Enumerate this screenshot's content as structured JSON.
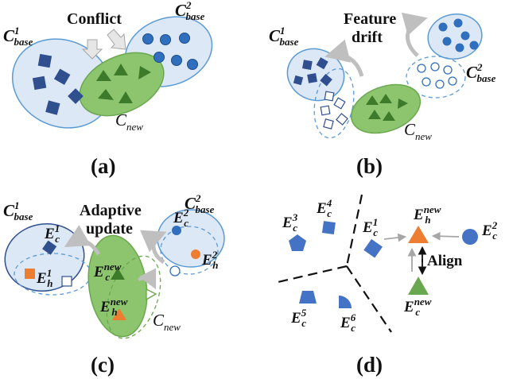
{
  "colors": {
    "ellipse_blue_fill": "#dde8f6",
    "ellipse_blue_stroke": "#5b9bd5",
    "ellipse_green_fill": "#8cc56e",
    "ellipse_green_stroke": "#6aa84f",
    "shape_navy": "#2f4f8f",
    "shape_blue": "#4472c4",
    "shape_green": "#3d7a2a",
    "shape_orange": "#ed7d31",
    "arrow_gray": "#bfbfbf"
  },
  "panels": {
    "a": {
      "tag": "(a)",
      "title": "Conflict",
      "c_base1": {
        "main": "C",
        "sup": "1",
        "sub": "base"
      },
      "c_base2": {
        "main": "C",
        "sup": "2",
        "sub": "base"
      },
      "c_new": {
        "main": "C",
        "sub": "new"
      }
    },
    "b": {
      "tag": "(b)",
      "title_line1": "Feature",
      "title_line2": "drift",
      "c_base1": {
        "main": "C",
        "sup": "1",
        "sub": "base"
      },
      "c_base2": {
        "main": "C",
        "sup": "2",
        "sub": "base"
      },
      "c_new": {
        "main": "C",
        "sub": "new"
      }
    },
    "c": {
      "tag": "(c)",
      "title_line1": "Adaptive",
      "title_line2": "update",
      "c_base1": {
        "main": "C",
        "sup": "1",
        "sub": "base"
      },
      "c_base2": {
        "main": "C",
        "sup": "2",
        "sub": "base"
      },
      "c_new": {
        "main": "C",
        "sub": "new"
      },
      "e_c1": {
        "main": "E",
        "sup": "1",
        "sub": "c"
      },
      "e_h1": {
        "main": "E",
        "sup": "1",
        "sub": "h"
      },
      "e_c2": {
        "main": "E",
        "sup": "2",
        "sub": "c"
      },
      "e_h2": {
        "main": "E",
        "sup": "2",
        "sub": "h"
      },
      "e_cnew": {
        "main": "E",
        "sup": "new",
        "sub": "c"
      },
      "e_hnew": {
        "main": "E",
        "sup": "new",
        "sub": "h"
      }
    },
    "d": {
      "tag": "(d)",
      "align": "Align",
      "e_c3": {
        "main": "E",
        "sup": "3",
        "sub": "c"
      },
      "e_c4": {
        "main": "E",
        "sup": "4",
        "sub": "c"
      },
      "e_c1": {
        "main": "E",
        "sup": "1",
        "sub": "c"
      },
      "e_c5": {
        "main": "E",
        "sup": "5",
        "sub": "c"
      },
      "e_c6": {
        "main": "E",
        "sup": "6",
        "sub": "c"
      },
      "e_c2": {
        "main": "E",
        "sup": "2",
        "sub": "c"
      },
      "e_hnew": {
        "main": "E",
        "sup": "new",
        "sub": "h"
      },
      "e_cnew": {
        "main": "E",
        "sup": "new",
        "sub": "c"
      }
    }
  }
}
